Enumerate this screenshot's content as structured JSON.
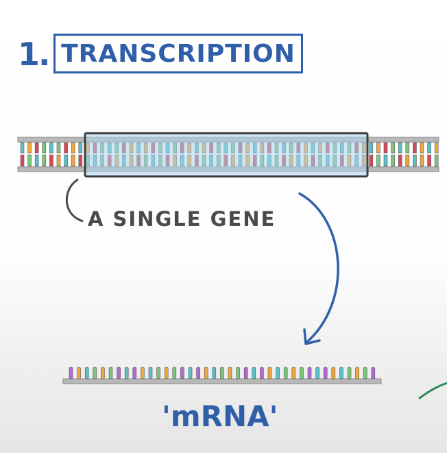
{
  "step": {
    "number": "1.",
    "title": "TRANSCRIPTION"
  },
  "dna": {
    "gene_label": "A SINGLE GENE"
  },
  "mrna": {
    "label": "'mRNA'"
  },
  "colors": {
    "accent_blue": "#2f5fa8",
    "label_gray": "#4a4a4a",
    "gene_highlight": "#a9d4ec",
    "backbone": "#b8b8b8",
    "base_teal": "#5bc0c8",
    "base_orange": "#f0a640",
    "base_red": "#d64a5a",
    "base_green": "#7cc57a",
    "base_purple": "#b36ad1",
    "curve_green": "#2f8a5a"
  }
}
